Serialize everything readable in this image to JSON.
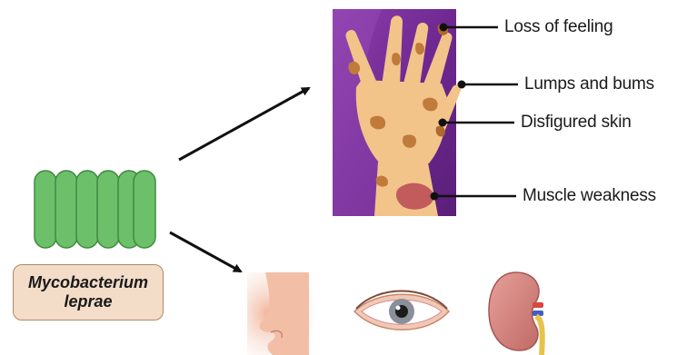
{
  "organism": {
    "name_line1": "Mycobacterium",
    "name_line2": "leprae",
    "icon": "rod-bacteria-icon",
    "color": "#6cc06a"
  },
  "symptoms": [
    {
      "label": "Loss of feeling"
    },
    {
      "label": "Lumps and bums"
    },
    {
      "label": "Disfigured skin"
    },
    {
      "label": "Muscle weakness"
    }
  ],
  "colors": {
    "panel_purple": "#7a2c9a",
    "skin": "#f2c48a",
    "lesion": "#c07a3a",
    "bacteria_green": "#6cc06a",
    "caption_bg": "#f3dcc8"
  },
  "affected_organs": [
    {
      "icon": "nose-icon"
    },
    {
      "icon": "eye-icon"
    },
    {
      "icon": "kidney-icon"
    }
  ]
}
